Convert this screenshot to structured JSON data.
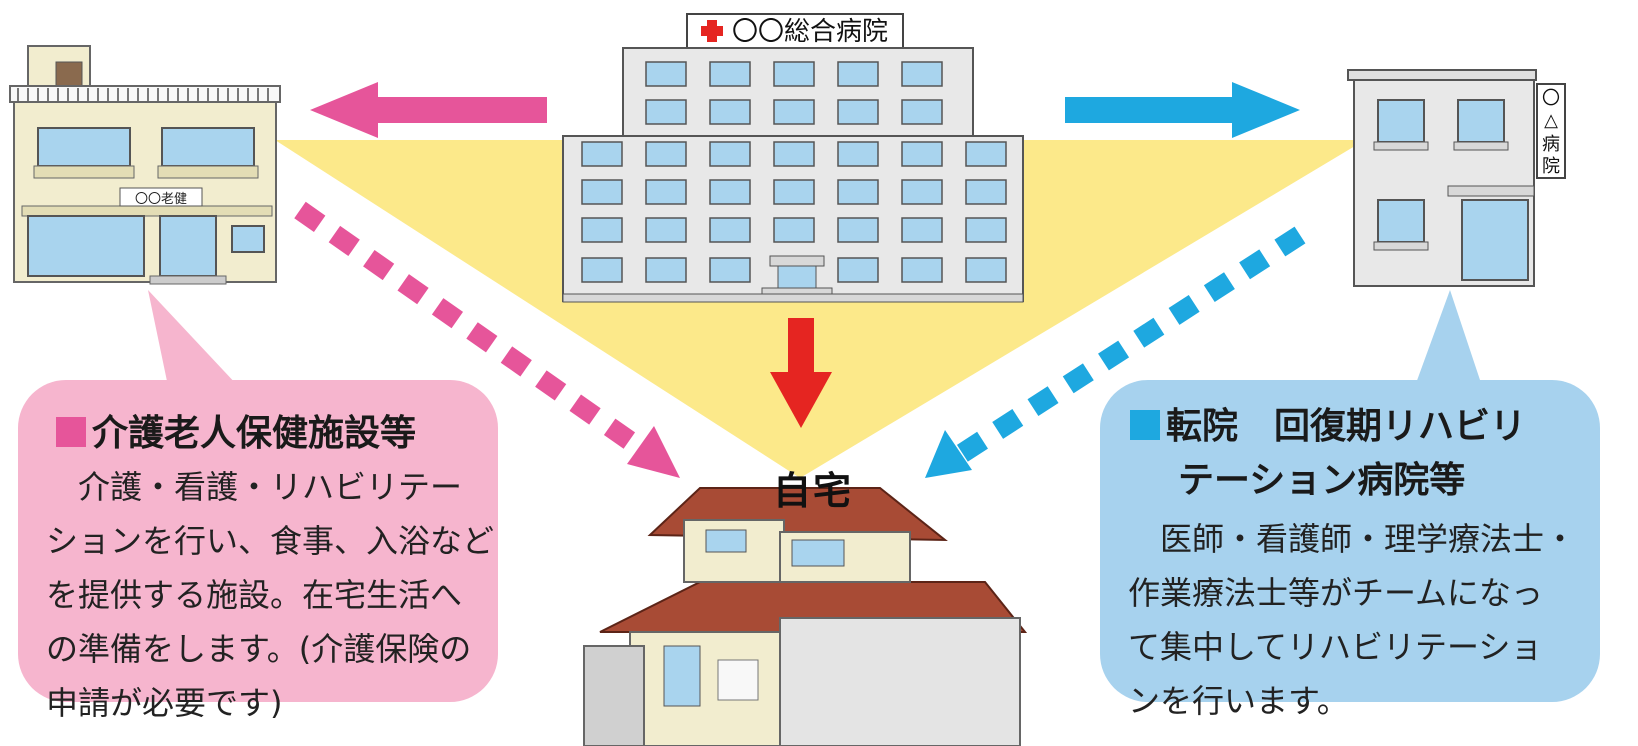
{
  "colors": {
    "pink": "#E6559A",
    "blue": "#1EA8E0",
    "red": "#E52521",
    "yellow": "#FCE98A",
    "pink_bubble": "#F6B5CE",
    "blue_bubble": "#A7D2EE"
  },
  "icons": {
    "nursing_facility": "building-nursing-home",
    "general_hospital": "building-hospital",
    "rehab_hospital": "building-small-hospital",
    "home": "house"
  },
  "general_hospital": {
    "sign": "〇〇総合病院"
  },
  "nursing_facility": {
    "sign": "〇〇老健"
  },
  "rehab_hospital": {
    "sign": [
      "〇",
      "△",
      "病",
      "院"
    ]
  },
  "home": {
    "label": "自宅"
  },
  "left_box": {
    "title": "介護老人保健施設等",
    "body": [
      "　介護・看護・リハビリテー",
      "ションを行い、食事、入浴など",
      "を提供する施設。在宅生活へ",
      "の準備をします。(介護保険の",
      "申請が必要です)"
    ]
  },
  "right_box": {
    "title_lines": [
      "転院　回復期リハビリ",
      "テーション病院等"
    ],
    "body": [
      "　医師・看護師・理学療法士・",
      "作業療法士等がチームになっ",
      "て集中してリハビリテーショ",
      "ンを行います。"
    ]
  }
}
